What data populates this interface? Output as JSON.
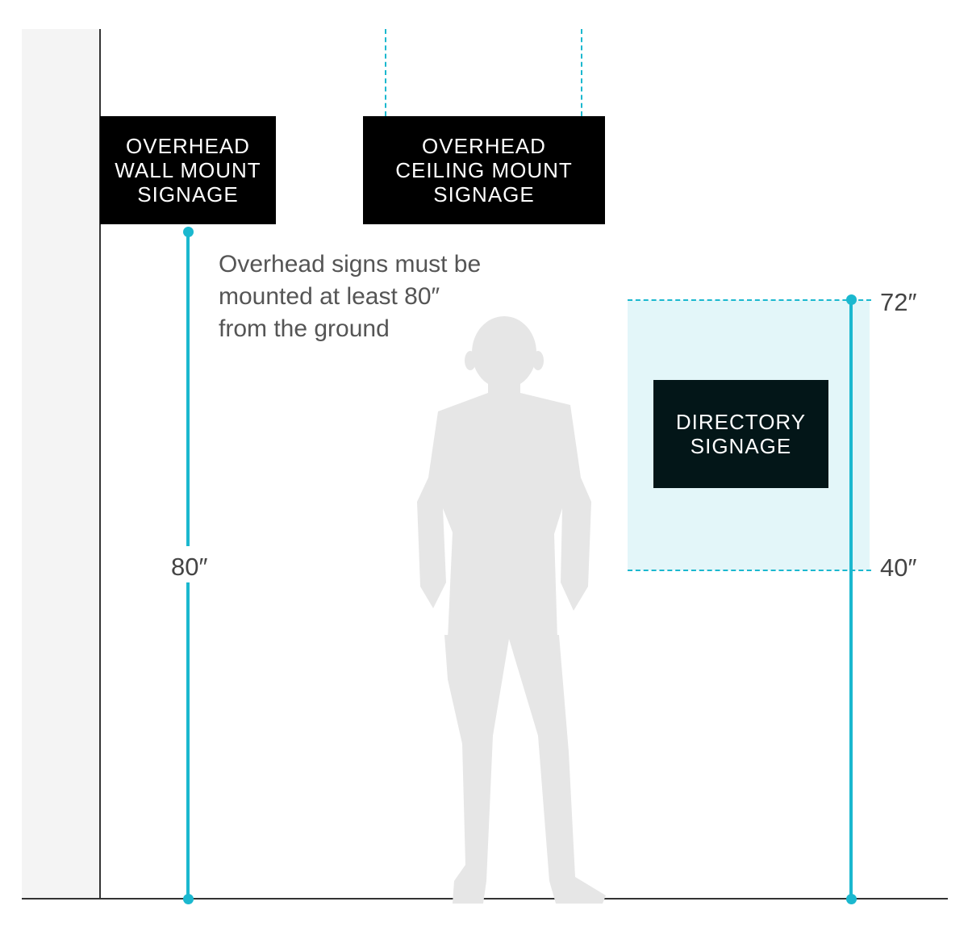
{
  "signs": {
    "wall_mount": "OVERHEAD\nWALL MOUNT\nSIGNAGE",
    "ceiling_mount": "OVERHEAD\nCEILING MOUNT\nSIGNAGE",
    "directory": "DIRECTORY\nSIGNAGE"
  },
  "note": "Overhead signs must be\nmounted at least 80″\nfrom the ground",
  "measurements": {
    "overhead_min": "80″",
    "directory_top": "72″",
    "directory_bottom": "40″"
  },
  "colors": {
    "accent": "#1bb8cf",
    "zone": "#e3f6f9",
    "sign": "#000000",
    "silhouette": "#e6e6e6"
  }
}
